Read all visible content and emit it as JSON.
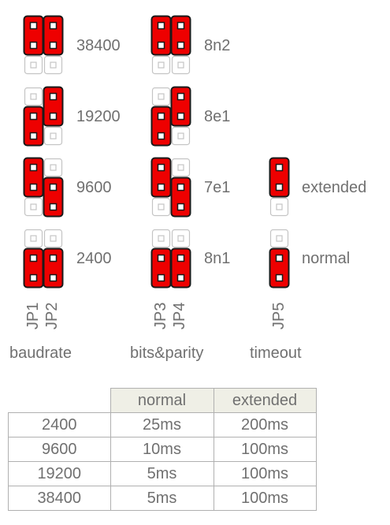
{
  "groups": [
    {
      "name": "baudrate",
      "jumpers": [
        "JP1",
        "JP2"
      ]
    },
    {
      "name": "bits&parity",
      "jumpers": [
        "JP3",
        "JP4"
      ]
    },
    {
      "name": "timeout",
      "jumpers": [
        "JP5"
      ]
    }
  ],
  "settings": [
    {
      "baudrate": {
        "label": "38400",
        "jp1": "top",
        "jp2": "top"
      },
      "bits_parity": {
        "label": "8n2",
        "jp3": "top",
        "jp4": "top"
      }
    },
    {
      "baudrate": {
        "label": "19200",
        "jp1": "bottom",
        "jp2": "top"
      },
      "bits_parity": {
        "label": "8e1",
        "jp3": "bottom",
        "jp4": "top"
      }
    },
    {
      "baudrate": {
        "label": "9600",
        "jp1": "top",
        "jp2": "bottom"
      },
      "bits_parity": {
        "label": "7e1",
        "jp3": "top",
        "jp4": "bottom"
      },
      "timeout": {
        "label": "extended",
        "jp5": "top"
      }
    },
    {
      "baudrate": {
        "label": "2400",
        "jp1": "bottom",
        "jp2": "bottom"
      },
      "bits_parity": {
        "label": "8n1",
        "jp3": "bottom",
        "jp4": "bottom"
      },
      "timeout": {
        "label": "normal",
        "jp5": "bottom"
      }
    }
  ],
  "table": {
    "columns": [
      "normal",
      "extended"
    ],
    "rows": [
      {
        "baudrate": "2400",
        "normal": "25ms",
        "extended": "200ms"
      },
      {
        "baudrate": "9600",
        "normal": "10ms",
        "extended": "100ms"
      },
      {
        "baudrate": "19200",
        "normal": "5ms",
        "extended": "100ms"
      },
      {
        "baudrate": "38400",
        "normal": "5ms",
        "extended": "100ms"
      }
    ]
  },
  "colors": {
    "jumper_fill": "#ee0000",
    "jumper_outline": "#1a1a1a",
    "pin_square": "#ffffff",
    "empty_outline": "#c4c4c4",
    "text": "#707070",
    "table_border": "#b0b0b0",
    "table_header": "#efefe6"
  }
}
